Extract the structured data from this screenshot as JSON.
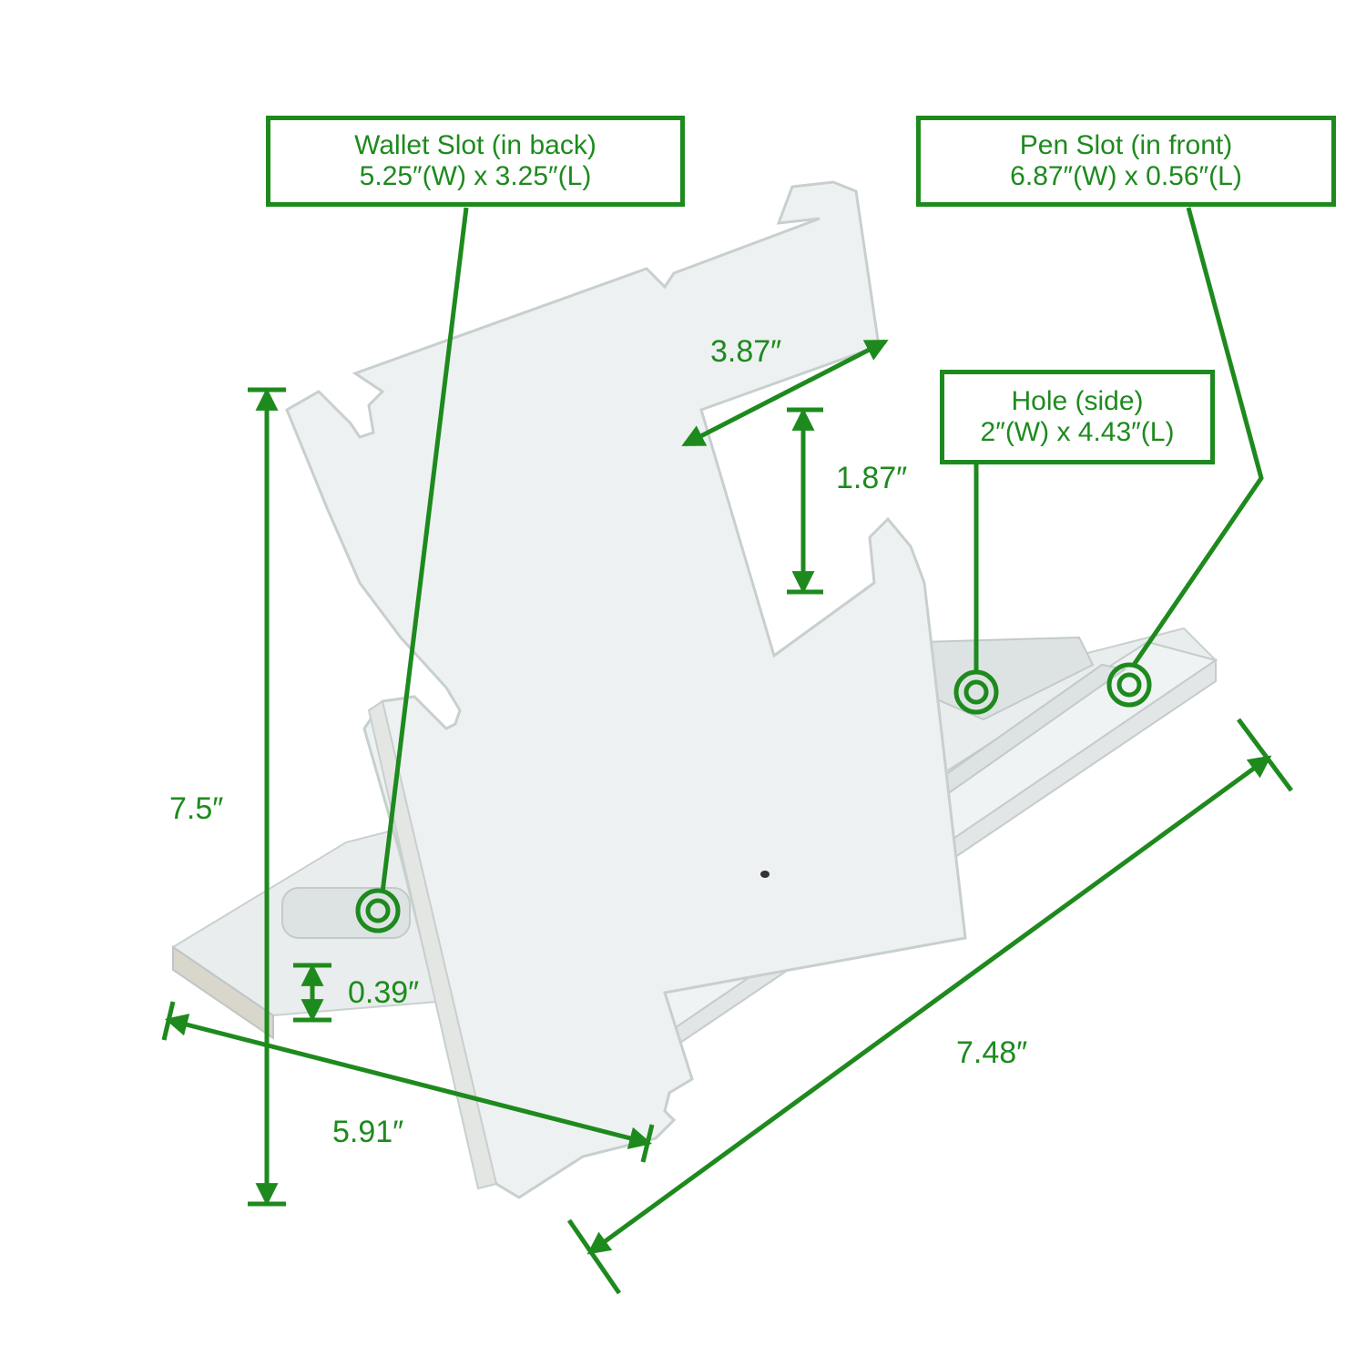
{
  "accent_color": "#1e8a1e",
  "callouts": {
    "wallet": {
      "title": "Wallet Slot (in back)",
      "size": "5.25″(W) x 3.25″(L)"
    },
    "pen": {
      "title": "Pen Slot (in front)",
      "size": "6.87″(W) x 0.56″(L)"
    },
    "hole": {
      "title": "Hole (side)",
      "size": "2″(W) x 4.43″(L)"
    }
  },
  "dimensions": {
    "height": "7.5″",
    "depth": "5.91″",
    "length": "7.48″",
    "upper_tier_width": "3.87″",
    "tier_gap": "1.87″",
    "base_thickness": "0.39″"
  },
  "product_image": {
    "subject": "white wooden docking station stand"
  }
}
